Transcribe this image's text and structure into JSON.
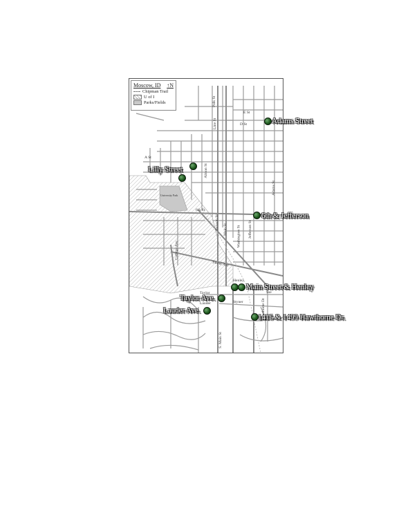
{
  "legend": {
    "title": "Moscow, ID",
    "north": "↑N",
    "items": [
      "Chipman Trail",
      "U of I",
      "Parks/Fields"
    ]
  },
  "streets": {
    "a_st": "A St",
    "d_st": "D St",
    "e_st": "E St",
    "sixth_st": "6th St",
    "almon_st": "Almon St",
    "jackson_st": "Jackson St",
    "adams_st": "Adams St",
    "main_st": "Main St",
    "washington_st": "Washington St",
    "jefferson_st": "Jefferson St",
    "polk_st": "Polk St",
    "line_st": "Line St",
    "college_ave": "College Ave",
    "sweet_ave": "Sweet Ave",
    "henley": "Henley",
    "taylor": "Taylor",
    "lauder": "Lauder",
    "styner": "Styner",
    "hawthorne_dr": "Hawthorne Dr",
    "s_main_st": "S. Main St",
    "university_park": "University Park",
    "sse": "Sse"
  },
  "locations": [
    {
      "label": "Adams Street"
    },
    {
      "label": "Lilly Street"
    },
    {
      "label": "6th & Jefferson"
    },
    {
      "label": "Main Street & Henley"
    },
    {
      "label": "Taylor Ave."
    },
    {
      "label": "Lauder Ave."
    },
    {
      "label": "1415 & 1499 Hawthorne Dr."
    }
  ]
}
